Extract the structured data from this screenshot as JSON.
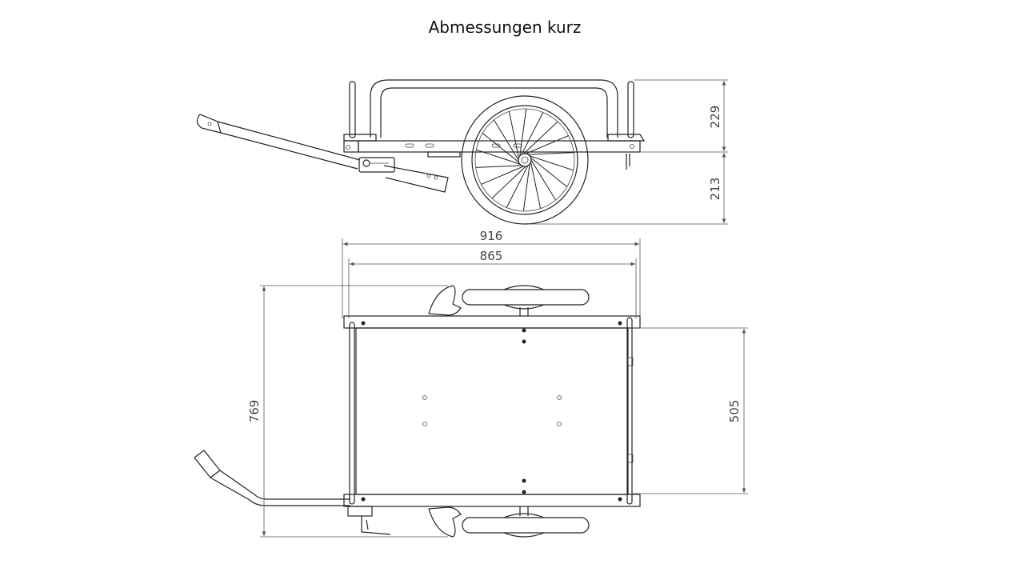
{
  "title": "Abmessungen kurz",
  "dimensions": {
    "height_above_axle": "229",
    "height_below_axle": "213",
    "overall_length": "916",
    "frame_length": "865",
    "overall_width": "769",
    "inner_width": "505"
  }
}
